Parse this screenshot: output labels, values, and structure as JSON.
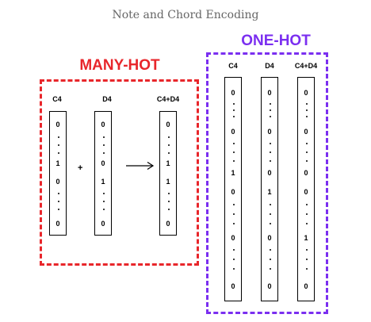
{
  "page": {
    "title": "Note and Chord Encoding"
  },
  "many_hot": {
    "label": "MANY-HOT",
    "operator_plus": "+",
    "vectors": [
      {
        "header": "C4",
        "cells": [
          "0",
          "1",
          "0",
          "0"
        ]
      },
      {
        "header": "D4",
        "cells": [
          "0",
          "0",
          "1",
          "0"
        ]
      },
      {
        "header": "C4+D4",
        "cells": [
          "0",
          "1",
          "1",
          "0"
        ]
      }
    ]
  },
  "one_hot": {
    "label": "ONE-HOT",
    "vectors": [
      {
        "header": "C4",
        "cells": [
          "0",
          "0",
          "1",
          "0",
          "0",
          "0"
        ]
      },
      {
        "header": "D4",
        "cells": [
          "0",
          "0",
          "0",
          "1",
          "0",
          "0"
        ]
      },
      {
        "header": "C4+D4",
        "cells": [
          "0",
          "0",
          "0",
          "0",
          "1",
          "0"
        ]
      }
    ]
  },
  "colors": {
    "many_hot": "#e8262b",
    "one_hot": "#7b2ff0",
    "title": "#666666"
  }
}
